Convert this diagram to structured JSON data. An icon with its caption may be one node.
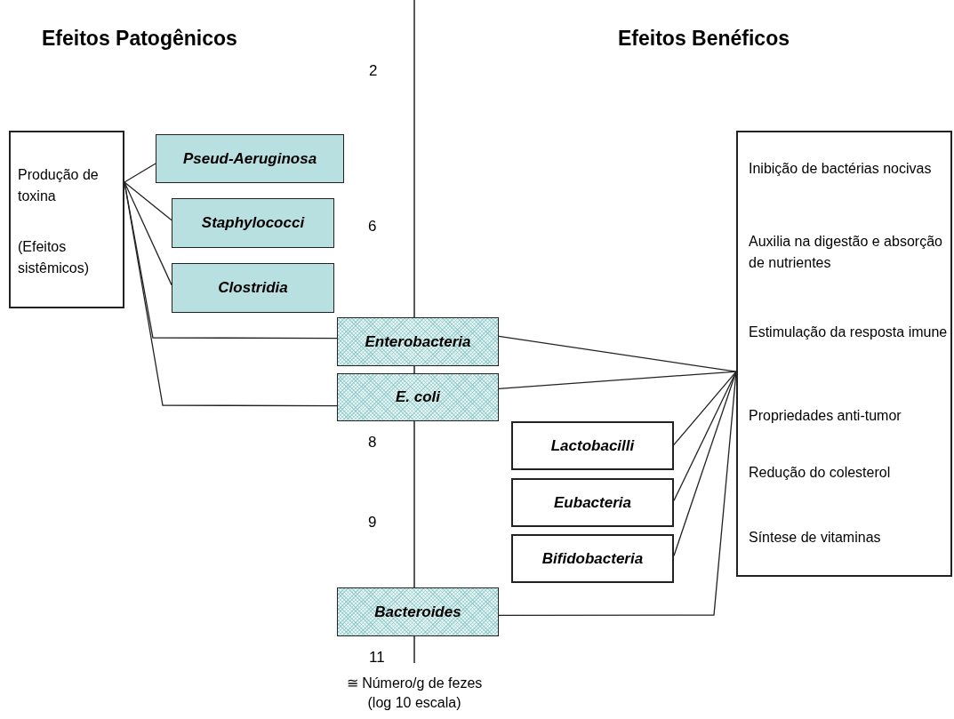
{
  "diagram": {
    "nodes": [
      {
        "text": [
          "Produção de toxina",
          "(Efeitos sistêmicos)"
        ]
      },
      {
        "text": [
          "Pseud-Aeruginosa"
        ]
      },
      {
        "text": [
          "Staphylococci"
        ]
      },
      {
        "text": [
          "Clostridia"
        ]
      },
      {
        "text": [
          "Enterobacteria"
        ]
      },
      {
        "text": [
          "E. coli"
        ]
      },
      {
        "text": [
          "Lactobacilli"
        ]
      },
      {
        "text": [
          "Eubacteria"
        ]
      },
      {
        "text": [
          "Bifidobacteria"
        ]
      },
      {
        "text": [
          "Bacteroides"
        ]
      },
      {
        "text": [
          "Inibição de bactérias nocivas",
          "Auxilia na digestão e absorção de nutrientes",
          "Estimulação da resposta imune",
          "Propriedades anti-tumor",
          "Redução do colesterol",
          "Síntese de vitaminas"
        ]
      }
    ],
    "edges": [
      {
        "from": 0,
        "to": 1,
        "arrow": "none"
      },
      {
        "from": 0,
        "to": 2,
        "arrow": "none"
      },
      {
        "from": 0,
        "to": 3,
        "arrow": "none"
      },
      {
        "from": 0,
        "to": 4,
        "arrow": "none"
      },
      {
        "from": 0,
        "to": 5,
        "arrow": "none"
      },
      {
        "from": 4,
        "to": 10,
        "arrow": "none"
      },
      {
        "from": 5,
        "to": 10,
        "arrow": "none"
      },
      {
        "from": 6,
        "to": 10,
        "arrow": "none"
      },
      {
        "from": 7,
        "to": 10,
        "arrow": "none"
      },
      {
        "from": 8,
        "to": 10,
        "arrow": "none"
      },
      {
        "from": 9,
        "to": 10,
        "arrow": "none"
      }
    ],
    "labels": [
      "Efeitos Patogênicos",
      "Efeitos Benéficos",
      "2",
      "6",
      "8",
      "9",
      "11",
      "≅ Número/g de fezes (log 10 escala)"
    ]
  }
}
